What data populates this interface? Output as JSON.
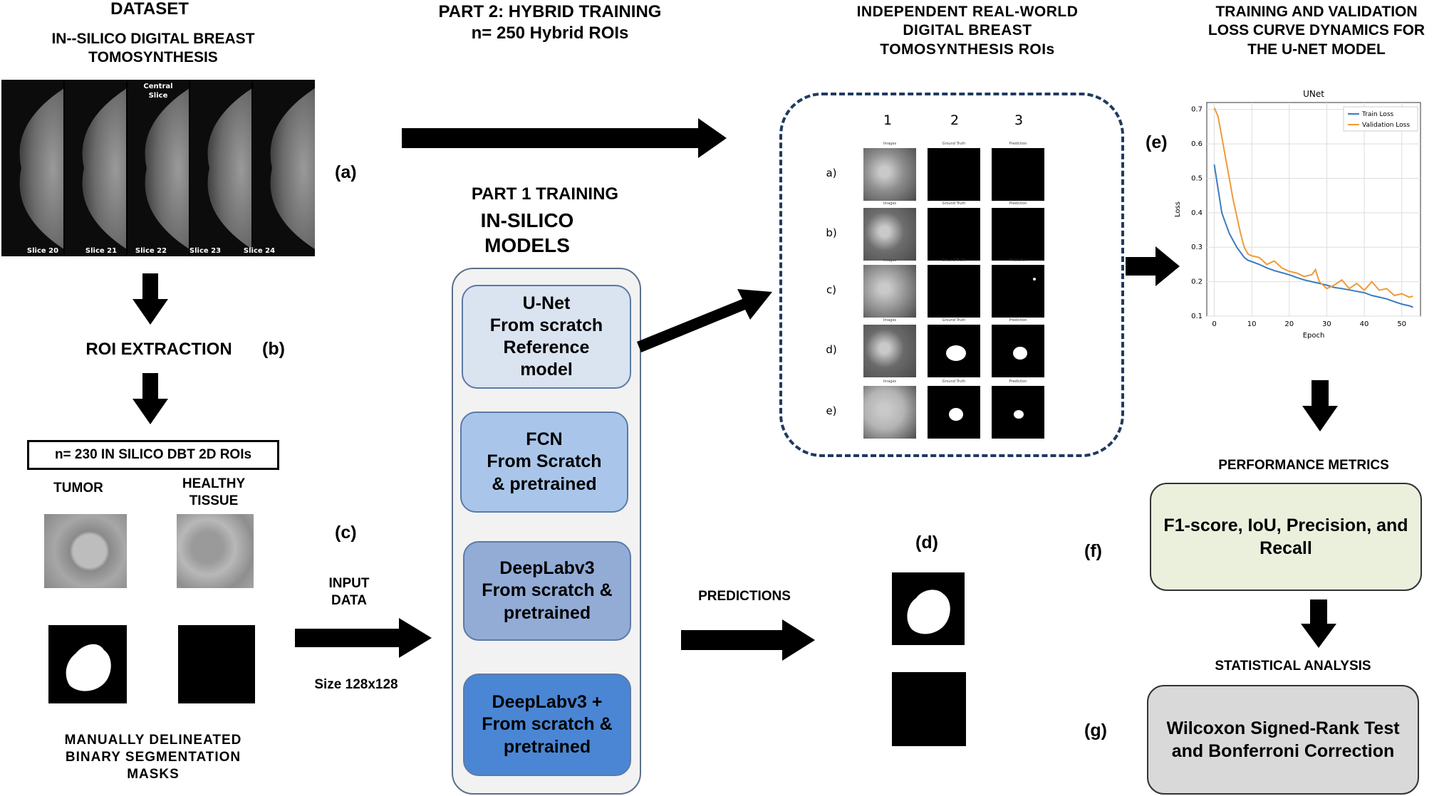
{
  "dataset": {
    "title": "DATASET",
    "subtitle": "IN--SILICO DIGITAL BREAST TOMOSYNTHESIS",
    "central_label": "Central Slice",
    "slices": [
      "Slice 20",
      "Slice 21",
      "Slice 22",
      "Slice 23",
      "Slice 24"
    ]
  },
  "tags": {
    "a": "(a)",
    "b": "(b)",
    "c": "(c)",
    "d": "(d)",
    "e": "(e)",
    "f": "(f)",
    "g": "(g)"
  },
  "roi_extraction": "ROI EXTRACTION",
  "roi_count": "n= 230  IN SILICO DBT 2D ROIs",
  "tumor_label": "TUMOR",
  "healthy_label": "HEALTHY TISSUE",
  "masks_label": "MANUALLY DELINEATED BINARY SEGMENTATION MASKS",
  "input_data": "INPUT DATA",
  "size_label": "Size 128x128",
  "part2": {
    "title": "PART 2: HYBRID TRAINING",
    "count": "n= 250 Hybrid ROIs"
  },
  "part1": {
    "title": "PART 1 TRAINING",
    "subtitle": "IN-SILICO MODELS"
  },
  "models": [
    {
      "name": "U-Net",
      "desc": "From scratch Reference model",
      "color": "#dae3f0"
    },
    {
      "name": "FCN",
      "desc": "From Scratch & pretrained",
      "color": "#a9c6ea"
    },
    {
      "name": "DeepLabv3",
      "desc": "From scratch & pretrained",
      "color": "#92acd6"
    },
    {
      "name": "DeepLabv3 +",
      "desc": "From scratch & pretrained",
      "color": "#4a86d4"
    }
  ],
  "predictions_label": "PREDICTIONS",
  "realworld": {
    "title": "INDEPENDENT REAL-WORLD DIGITAL BREAST TOMOSYNTHESIS ROIs",
    "columns": [
      "1",
      "2",
      "3"
    ],
    "col_captions": [
      "Images",
      "Ground Truth",
      "Prediction"
    ],
    "rows": [
      "a)",
      "b)",
      "c)",
      "d)",
      "e)"
    ]
  },
  "loss_title": "TRAINING AND VALIDATION LOSS CURVE DYNAMICS FOR THE U-NET MODEL",
  "performance": {
    "title": "PERFORMANCE METRICS",
    "text": "F1-score, IoU, Precision, and Recall",
    "color": "#ebf0dd"
  },
  "statistics": {
    "title": "STATISTICAL ANALYSIS",
    "text": "Wilcoxon Signed-Rank Test and Bonferroni Correction",
    "color": "#d9d9d9"
  },
  "chart_data": {
    "type": "line",
    "title": "UNet",
    "xlabel": "Epoch",
    "ylabel": "Loss",
    "xlim": [
      -2,
      55
    ],
    "ylim": [
      0.1,
      0.72
    ],
    "xticks": [
      0,
      10,
      20,
      30,
      40,
      50
    ],
    "yticks": [
      0.1,
      0.2,
      0.3,
      0.4,
      0.5,
      0.6,
      0.7
    ],
    "grid": true,
    "legend": "top-right",
    "series": [
      {
        "name": "Train Loss",
        "color": "#3b7bbf",
        "x": [
          0,
          1,
          2,
          3,
          4,
          5,
          6,
          7,
          8,
          9,
          10,
          12,
          14,
          16,
          18,
          20,
          22,
          24,
          26,
          28,
          30,
          32,
          34,
          36,
          38,
          40,
          42,
          44,
          46,
          48,
          50,
          52,
          53
        ],
        "y": [
          0.54,
          0.47,
          0.4,
          0.37,
          0.34,
          0.32,
          0.3,
          0.285,
          0.27,
          0.262,
          0.258,
          0.25,
          0.24,
          0.232,
          0.226,
          0.22,
          0.212,
          0.205,
          0.2,
          0.195,
          0.19,
          0.183,
          0.18,
          0.176,
          0.172,
          0.168,
          0.16,
          0.155,
          0.15,
          0.142,
          0.135,
          0.13,
          0.126
        ]
      },
      {
        "name": "Validation Loss",
        "color": "#ef9a3a",
        "x": [
          0,
          1,
          2,
          3,
          4,
          5,
          6,
          7,
          8,
          9,
          10,
          12,
          14,
          16,
          18,
          20,
          22,
          24,
          26,
          27,
          28,
          30,
          32,
          34,
          36,
          38,
          40,
          42,
          44,
          46,
          48,
          50,
          52,
          53
        ],
        "y": [
          0.705,
          0.68,
          0.62,
          0.56,
          0.5,
          0.44,
          0.39,
          0.34,
          0.3,
          0.28,
          0.275,
          0.27,
          0.25,
          0.26,
          0.24,
          0.23,
          0.225,
          0.215,
          0.22,
          0.235,
          0.2,
          0.18,
          0.19,
          0.205,
          0.18,
          0.195,
          0.175,
          0.2,
          0.175,
          0.18,
          0.16,
          0.165,
          0.155,
          0.158
        ]
      }
    ]
  }
}
